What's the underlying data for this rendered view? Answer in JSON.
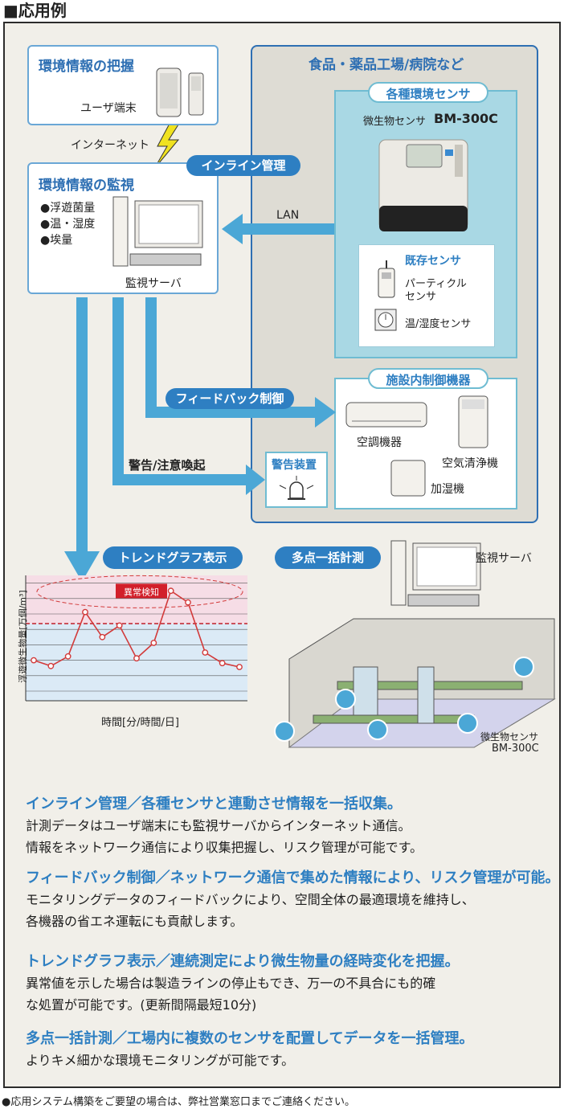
{
  "header": {
    "title": "■応用例"
  },
  "info_box": {
    "title": "環境情報の把握",
    "device_label": "ユーザ端末"
  },
  "internet_label": "インターネット",
  "monitor_box": {
    "title": "環境情報の監視",
    "items": [
      "●浮遊菌量",
      "●温・湿度",
      "●埃量"
    ],
    "server_label": "監視サーバ"
  },
  "inline_pill": "インライン管理",
  "lan_label": "LAN",
  "factory": {
    "title": "食品・薬品工場/病院など",
    "sensors_pill": "各種環境センサ",
    "sensor_name": "微生物センサ",
    "sensor_model": "BM-300C",
    "existing_title": "既存センサ",
    "particle_sensor": [
      "パーティクル",
      "センサ"
    ],
    "temp_sensor": "温/湿度センサ",
    "control_pill": "施設内制御機器",
    "ac_label": "空調機器",
    "purifier_label": "空気清浄機",
    "humidifier_label": "加湿機",
    "alarm_title": "警告装置"
  },
  "feedback_pill": "フィードバック制御",
  "warning_label": "警告/注意喚起",
  "trend_pill": "トレンドグラフ表示",
  "multipoint_pill": "多点一括計測",
  "multipoint_server": "監視サーバ",
  "multipoint_sensor": [
    "微生物センサ",
    "BM-300C"
  ],
  "chart_data": {
    "type": "line",
    "xlabel": "時間[分/時間/日]",
    "ylabel": "浮遊微生物量[万個/m³]",
    "annotation": "異常検知",
    "values": [
      4.2,
      3.6,
      4.6,
      9.2,
      6.6,
      7.8,
      4.4,
      6.0,
      11.4,
      10.2,
      5.0,
      3.9,
      3.5
    ],
    "ylim": [
      0,
      13
    ],
    "threshold": 8,
    "colors": {
      "line": "#d23a3a",
      "upper_band": "#f6dde6",
      "lower_band": "#dbeaf6"
    }
  },
  "sections": [
    {
      "heading": "インライン管理／各種センサと連動させ情報を一括収集。",
      "lines": [
        "計測データはユーザ端末にも監視サーバからインターネット通信。",
        "情報をネットワーク通信により収集把握し、リスク管理が可能です。"
      ]
    },
    {
      "heading": "フィードバック制御／ネットワーク通信で集めた情報により、リスク管理が可能。",
      "lines": [
        "モニタリングデータのフィードバックにより、空間全体の最適環境を維持し、",
        "各機器の省エネ運転にも貢献します。"
      ]
    },
    {
      "heading": "トレンドグラフ表示／連続測定により微生物量の経時変化を把握。",
      "lines": [
        "異常値を示した場合は製造ラインの停止もでき、万一の不具合にも的確",
        "な処置が可能です。(更新間隔最短10分)"
      ]
    },
    {
      "heading": "多点一括計測／工場内に複数のセンサを配置してデータを一括管理。",
      "lines": [
        "よりキメ細かな環境モニタリングが可能です。"
      ]
    }
  ],
  "footer": "●応用システム構築をご要望の場合は、弊社営業窓口までご連絡ください。"
}
